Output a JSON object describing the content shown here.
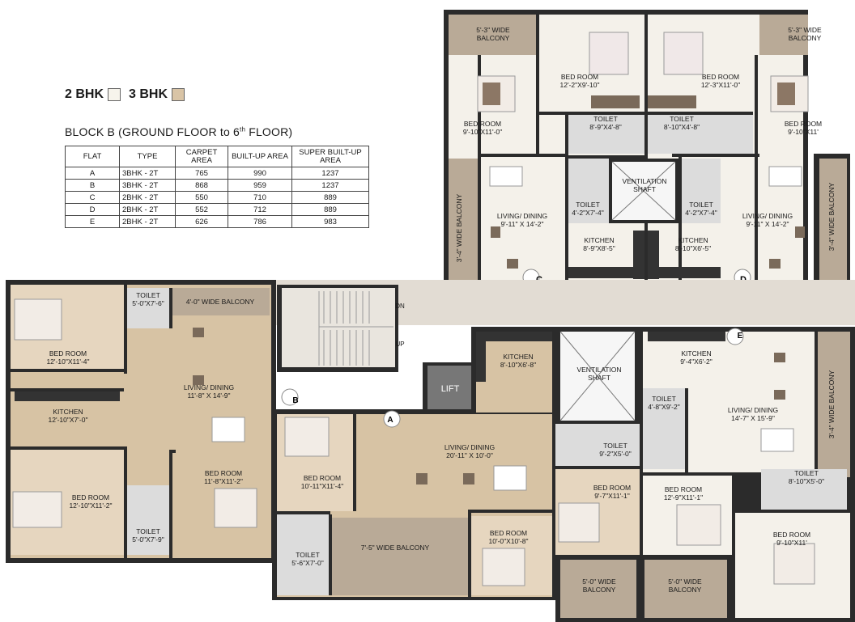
{
  "legend": {
    "items": [
      {
        "label": "2 BHK",
        "color": "#f7f4ec"
      },
      {
        "label": "3 BHK",
        "color": "#d9c4a6"
      }
    ]
  },
  "block_title": {
    "prefix": "BLOCK B (GROUND FLOOR to 6",
    "superscript": "th",
    "suffix": " FLOOR)"
  },
  "table": {
    "headers": [
      "FLAT",
      "TYPE",
      "CARPET AREA",
      "BUILT-UP AREA",
      "SUPER BUILT-UP AREA"
    ],
    "rows": [
      [
        "A",
        "3BHK - 2T",
        "765",
        "990",
        "1237"
      ],
      [
        "B",
        "3BHK - 2T",
        "868",
        "959",
        "1237"
      ],
      [
        "C",
        "2BHK - 2T",
        "550",
        "710",
        "889"
      ],
      [
        "D",
        "2BHK - 2T",
        "552",
        "712",
        "889"
      ],
      [
        "E",
        "2BHK - 2T",
        "626",
        "786",
        "983"
      ]
    ]
  },
  "colors": {
    "wall": "#2b2b2b",
    "flat_2bhk": "#f4f1ea",
    "flat_3bhk": "#d7c3a4",
    "balcony": "#b9aa97",
    "common": "#e2dcd3",
    "toilet": "#dcdcdc",
    "kitchen_counter": "#333333"
  },
  "plan": {
    "flat_marks": [
      "A",
      "B",
      "C",
      "D",
      "E"
    ],
    "rooms": {
      "c_balcony": "5'-3\" WIDE BALCONY",
      "c_bed1": "BED ROOM 9'-10\"X11'-0\"",
      "c_bed2": "BED ROOM 12'-2\"X9'-10\"",
      "c_toilet1": "TOILET 8'-9\"X4'-8\"",
      "c_toilet2": "TOILET 4'-2\"X7'-4\"",
      "c_living": "LIVING/ DINING 9'-11\" X 14'-2\"",
      "c_kitchen": "KITCHEN 8'-9\"X8'-5\"",
      "c_side_balcony": "3'-4\" WIDE BALCONY",
      "d_balcony": "5'-3\" WIDE BALCONY",
      "d_bed1": "BED ROOM 9'-10\"X11'",
      "d_bed2": "BED ROOM 12'-3\"X11'-0\"",
      "d_toilet1": "TOILET 8'-10\"X4'-8\"",
      "d_toilet2": "TOILET 4'-2\"X7'-4\"",
      "d_living": "LIVING/ DINING 9'-11\" X 14'-2\"",
      "d_kitchen": "KITCHEN 8'-10\"X6'-5\"",
      "d_side_balcony": "3'-4\" WIDE BALCONY",
      "vent_top": "VENTILATION SHAFT",
      "b_bed1": "BED ROOM 12'-10\"X11'-4\"",
      "b_toilet1": "TOILET 5'-0\"X7'-6\"",
      "b_balcony": "4'-0\" WIDE BALCONY",
      "b_kitchen": "KITCHEN 12'-10\"X7'-0\"",
      "b_living": "LIVING/ DINING 11'-8\" X 14'-9\"",
      "b_bed2": "BED ROOM 12'-10\"X11'-2\"",
      "b_bed3": "BED ROOM 11'-8\"X11'-2\"",
      "b_toilet2": "TOILET 5'-0\"X7'-9\"",
      "lift": "LIFT",
      "stair_dn": "DN",
      "stair_up": "UP",
      "a_kitchen": "KITCHEN 8'-10\"X6'-8\"",
      "a_living": "LIVING/ DINING 20'-11\" X 10'-0\"",
      "a_bed1": "BED ROOM 10'-11\"X11'-4\"",
      "a_toilet1": "TOILET 5'-6\"X7'-0\"",
      "a_balcony": "7'-5\" WIDE BALCONY",
      "a_bed2": "BED ROOM 10'-0\"X10'-8\"",
      "a_bed3": "BED ROOM 9'-7\"X11'-1\"",
      "a_toilet2": "TOILET 9'-2\"X5'-0\"",
      "a_balcony2": "5'-0\" WIDE BALCONY",
      "vent_mid": "VENTILATION SHAFT",
      "e_kitchen": "KITCHEN 9'-4\"X6'-2\"",
      "e_toilet1": "TOILET 4'-8\"X9'-2\"",
      "e_living": "LIVING/ DINING 14'-7\" X 15'-9\"",
      "e_side_balcony": "3'-4\" WIDE BALCONY",
      "e_toilet2": "TOILET 8'-10\"X5'-0\"",
      "e_bed1": "BED ROOM 12'-9\"X11'-1\"",
      "e_bed2": "BED ROOM 9'-10\"X11'",
      "e_balcony": "5'-0\" WIDE BALCONY"
    }
  }
}
